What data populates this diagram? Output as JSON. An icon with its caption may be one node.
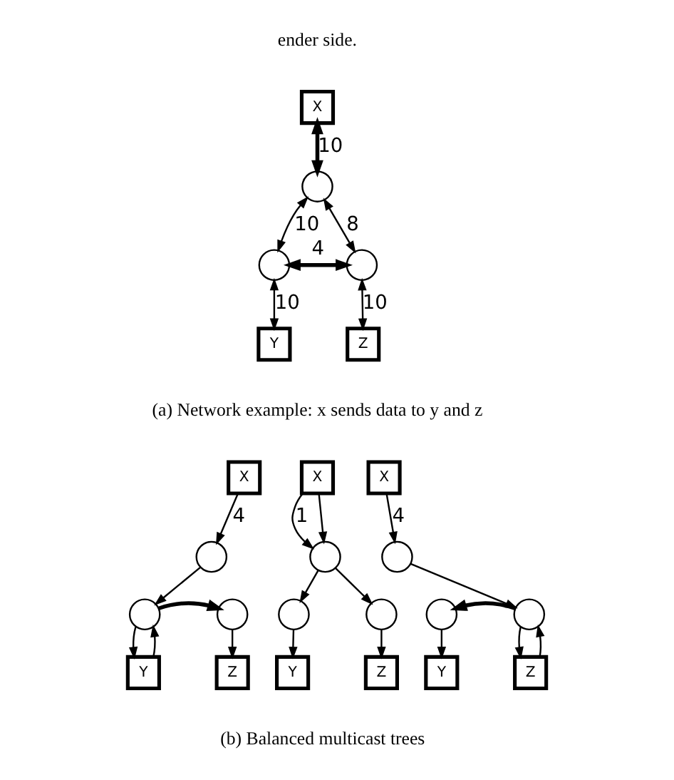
{
  "diagram": {
    "nodes": [
      {
        "text": [
          "X"
        ]
      },
      {
        "text": [],
        "shape": "circle"
      },
      {
        "text": [],
        "shape": "circle"
      },
      {
        "text": [],
        "shape": "circle"
      },
      {
        "text": [
          "Y"
        ]
      },
      {
        "text": [
          "Z"
        ]
      },
      {
        "text": [
          "X"
        ]
      },
      {
        "text": [],
        "shape": "circle"
      },
      {
        "text": [],
        "shape": "circle"
      },
      {
        "text": [],
        "shape": "circle"
      },
      {
        "text": [
          "Y"
        ]
      },
      {
        "text": [
          "Z"
        ]
      },
      {
        "text": [
          "X"
        ]
      },
      {
        "text": [],
        "shape": "circle"
      },
      {
        "text": [],
        "shape": "circle"
      },
      {
        "text": [],
        "shape": "circle"
      },
      {
        "text": [
          "Y"
        ]
      },
      {
        "text": [
          "Z"
        ]
      },
      {
        "text": [
          "X"
        ]
      },
      {
        "text": [],
        "shape": "circle"
      },
      {
        "text": [],
        "shape": "circle"
      },
      {
        "text": [],
        "shape": "circle"
      },
      {
        "text": [
          "Y"
        ]
      },
      {
        "text": [
          "Z"
        ]
      }
    ],
    "edges": [
      {
        "from": 0,
        "to": 1,
        "arrow": "both",
        "label": "10",
        "style": "thick"
      },
      {
        "from": 1,
        "to": 2,
        "arrow": "both",
        "label": "10"
      },
      {
        "from": 1,
        "to": 3,
        "arrow": "both",
        "label": "8"
      },
      {
        "from": 2,
        "to": 3,
        "arrow": "both",
        "label": "4",
        "style": "thick"
      },
      {
        "from": 2,
        "to": 4,
        "arrow": "both",
        "label": "10"
      },
      {
        "from": 3,
        "to": 5,
        "arrow": "both",
        "label": "10"
      },
      {
        "from": 6,
        "to": 7,
        "arrow": "to",
        "label": "4"
      },
      {
        "from": 7,
        "to": 8,
        "arrow": "to"
      },
      {
        "from": 8,
        "to": 9,
        "arrow": "to",
        "style": "thick"
      },
      {
        "from": 9,
        "to": 11,
        "arrow": "to"
      },
      {
        "from": 8,
        "to": 10,
        "arrow": "to"
      },
      {
        "from": 10,
        "to": 8,
        "arrow": "to"
      },
      {
        "from": 12,
        "to": 13,
        "arrow": "to",
        "label": "1"
      },
      {
        "from": 12,
        "to": 13,
        "arrow": "to"
      },
      {
        "from": 13,
        "to": 14,
        "arrow": "to"
      },
      {
        "from": 13,
        "to": 15,
        "arrow": "to"
      },
      {
        "from": 14,
        "to": 16,
        "arrow": "to"
      },
      {
        "from": 15,
        "to": 17,
        "arrow": "to"
      },
      {
        "from": 18,
        "to": 19,
        "arrow": "to",
        "label": "4"
      },
      {
        "from": 19,
        "to": 21,
        "arrow": "to"
      },
      {
        "from": 21,
        "to": 20,
        "arrow": "to",
        "style": "thick"
      },
      {
        "from": 20,
        "to": 22,
        "arrow": "to"
      },
      {
        "from": 21,
        "to": 23,
        "arrow": "to"
      },
      {
        "from": 23,
        "to": 21,
        "arrow": "to"
      }
    ],
    "labels": [
      "ender side.",
      "(a) Network example: x sends data to y and z",
      "(b) Balanced multicast trees"
    ]
  }
}
